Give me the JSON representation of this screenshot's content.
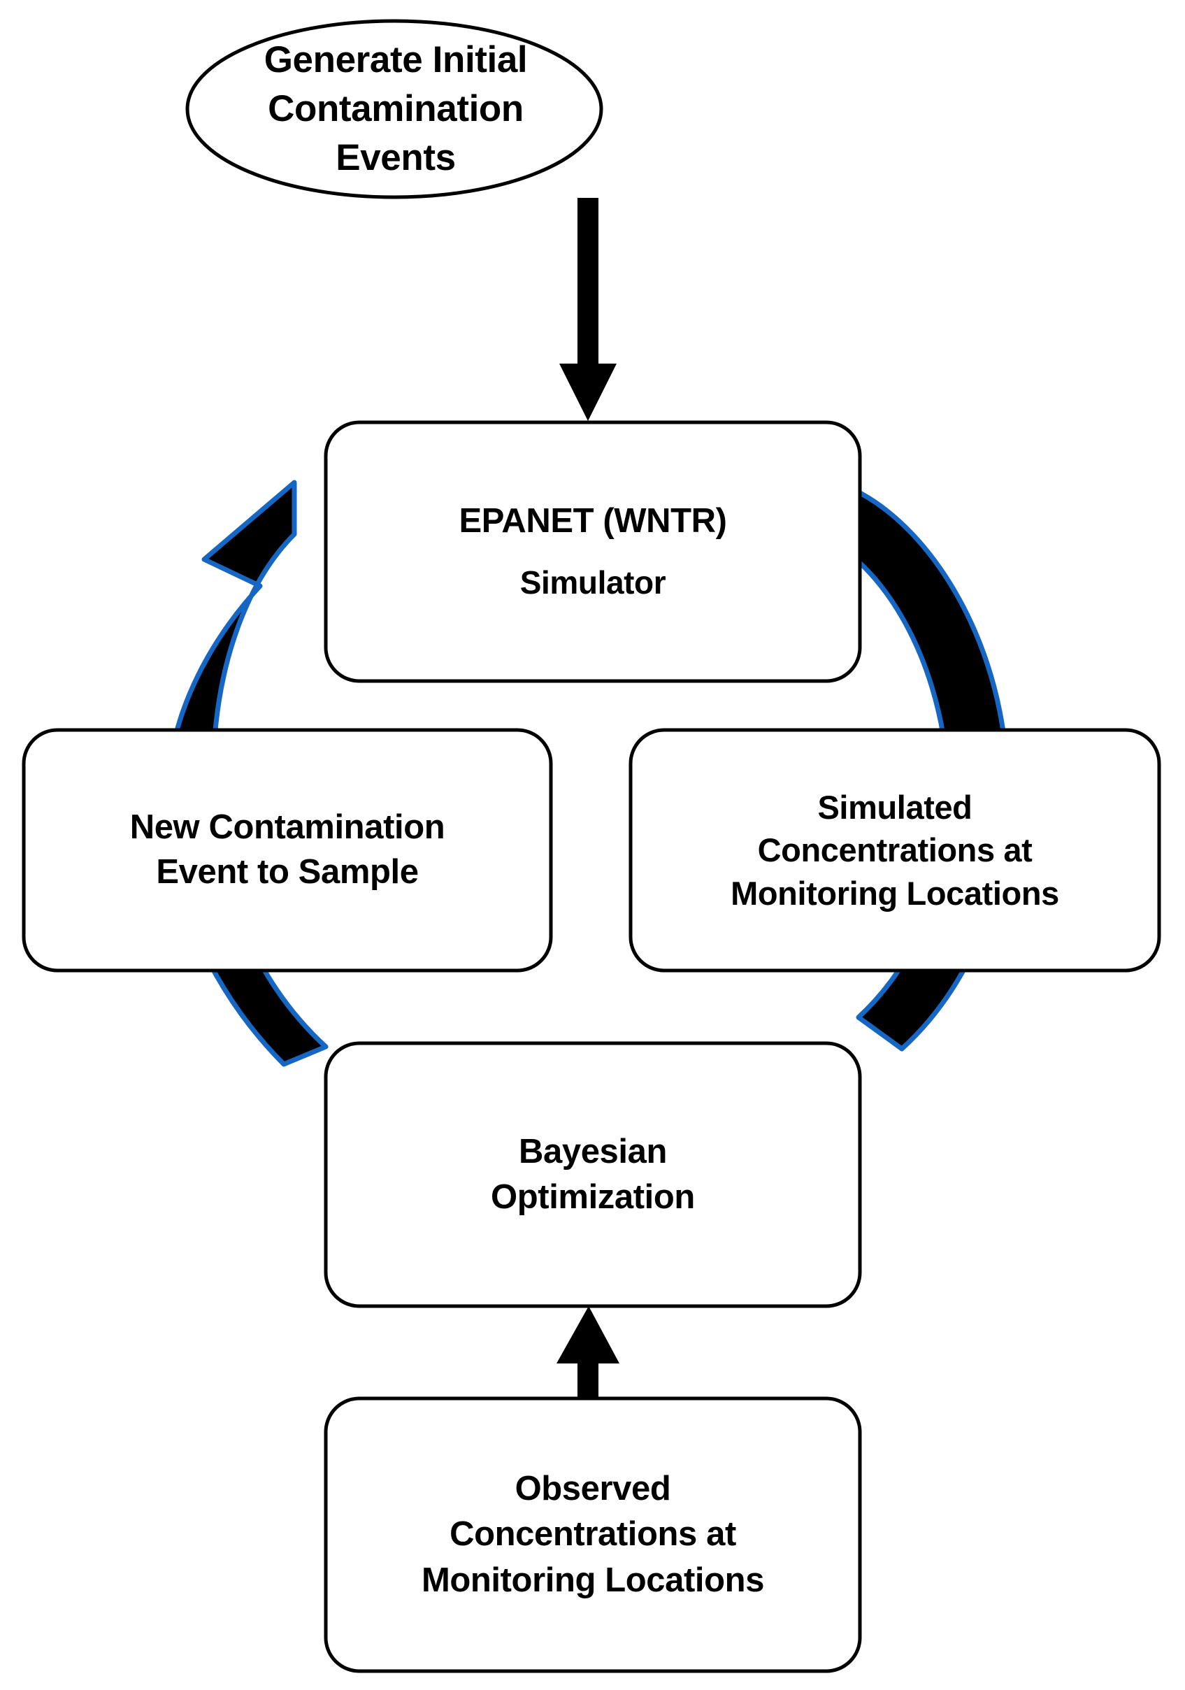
{
  "diagram": {
    "type": "flowchart",
    "title": "Bayesian Optimization Contamination Source Identification Loop",
    "background_color": "#ffffff",
    "stroke_color": "#000000",
    "arc_fill_color": "#000000",
    "arc_outline_color": "#1667C4",
    "nodes": [
      {
        "id": "generate-initial",
        "shape": "ellipse",
        "label": "Generate Initial\nContamination\nEvents"
      },
      {
        "id": "epanet-simulator",
        "shape": "rounded-rect",
        "label_line_1": "EPANET (WNTR)",
        "label_line_2": "Simulator"
      },
      {
        "id": "new-contamination-event",
        "shape": "rounded-rect",
        "label": "New Contamination\nEvent to Sample"
      },
      {
        "id": "simulated-concentrations",
        "shape": "rounded-rect",
        "label": "Simulated\nConcentrations at\nMonitoring Locations"
      },
      {
        "id": "bayesian-optimization",
        "shape": "rounded-rect",
        "label": "Bayesian\nOptimization"
      },
      {
        "id": "observed-concentrations",
        "shape": "rounded-rect",
        "label": "Observed\nConcentrations at\nMonitoring Locations"
      }
    ],
    "edges": [
      {
        "id": "edge-generate-to-epanet",
        "from": "generate-initial",
        "to": "epanet-simulator",
        "style": "straight-block-arrow",
        "direction": "down"
      },
      {
        "id": "edge-epanet-to-simulated",
        "from": "epanet-simulator",
        "to": "simulated-concentrations",
        "style": "thick-curved-band",
        "direction": "clockwise-right"
      },
      {
        "id": "edge-simulated-to-bayesian",
        "from": "simulated-concentrations",
        "to": "bayesian-optimization",
        "style": "thick-curved-band",
        "direction": "clockwise-down-left"
      },
      {
        "id": "edge-bayesian-to-new-event",
        "from": "bayesian-optimization",
        "to": "new-contamination-event",
        "style": "thick-curved-band",
        "direction": "clockwise-up-left"
      },
      {
        "id": "edge-new-event-to-epanet",
        "from": "new-contamination-event",
        "to": "epanet-simulator",
        "style": "thick-curved-band-with-arrowhead",
        "direction": "up-right"
      },
      {
        "id": "edge-observed-to-bayesian",
        "from": "observed-concentrations",
        "to": "bayesian-optimization",
        "style": "straight-block-arrow",
        "direction": "up"
      }
    ]
  }
}
